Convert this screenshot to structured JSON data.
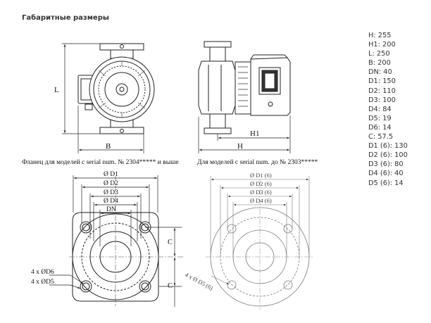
{
  "title": "Габаритные размеры",
  "captions": {
    "left": "Фланец для моделей с serial num. № 2304***** и выше",
    "right": "Для моделей с serial num. до № 2303*****"
  },
  "labels": {
    "front_height": "L",
    "front_width": "B",
    "side_h1": "H1",
    "side_h": "H",
    "flange_d1": "Ø D1",
    "flange_d2": "Ø D2",
    "flange_d3": "Ø D3",
    "flange_d4": "Ø D4",
    "flange_dn": "DN",
    "flange_c_top": "C",
    "flange_c_bottom": "C",
    "flange_d6": "4 x ØD6",
    "flange_d5": "4 x ØD5",
    "old_d1": "Ø D1 (6)",
    "old_d2": "Ø D2 (6)",
    "old_d3": "Ø D3 (6)",
    "old_d4": "Ø D4 (6)",
    "old_d5": "4 x Ø D5 (6)"
  },
  "specs": [
    "H: 255",
    "H1: 200",
    "L: 250",
    "B: 200",
    "DN: 40",
    "D1: 150",
    "D2: 110",
    "D3: 100",
    "D4: 84",
    "D5: 19",
    "D6: 14",
    "C: 57.5",
    "D1 (6): 130",
    "D2 (6): 100",
    "D3 (6): 80",
    "D4 (6): 40",
    "D5 (6): 14"
  ],
  "colors": {
    "line": "#222222",
    "light_line": "#666666",
    "text": "#111111"
  }
}
